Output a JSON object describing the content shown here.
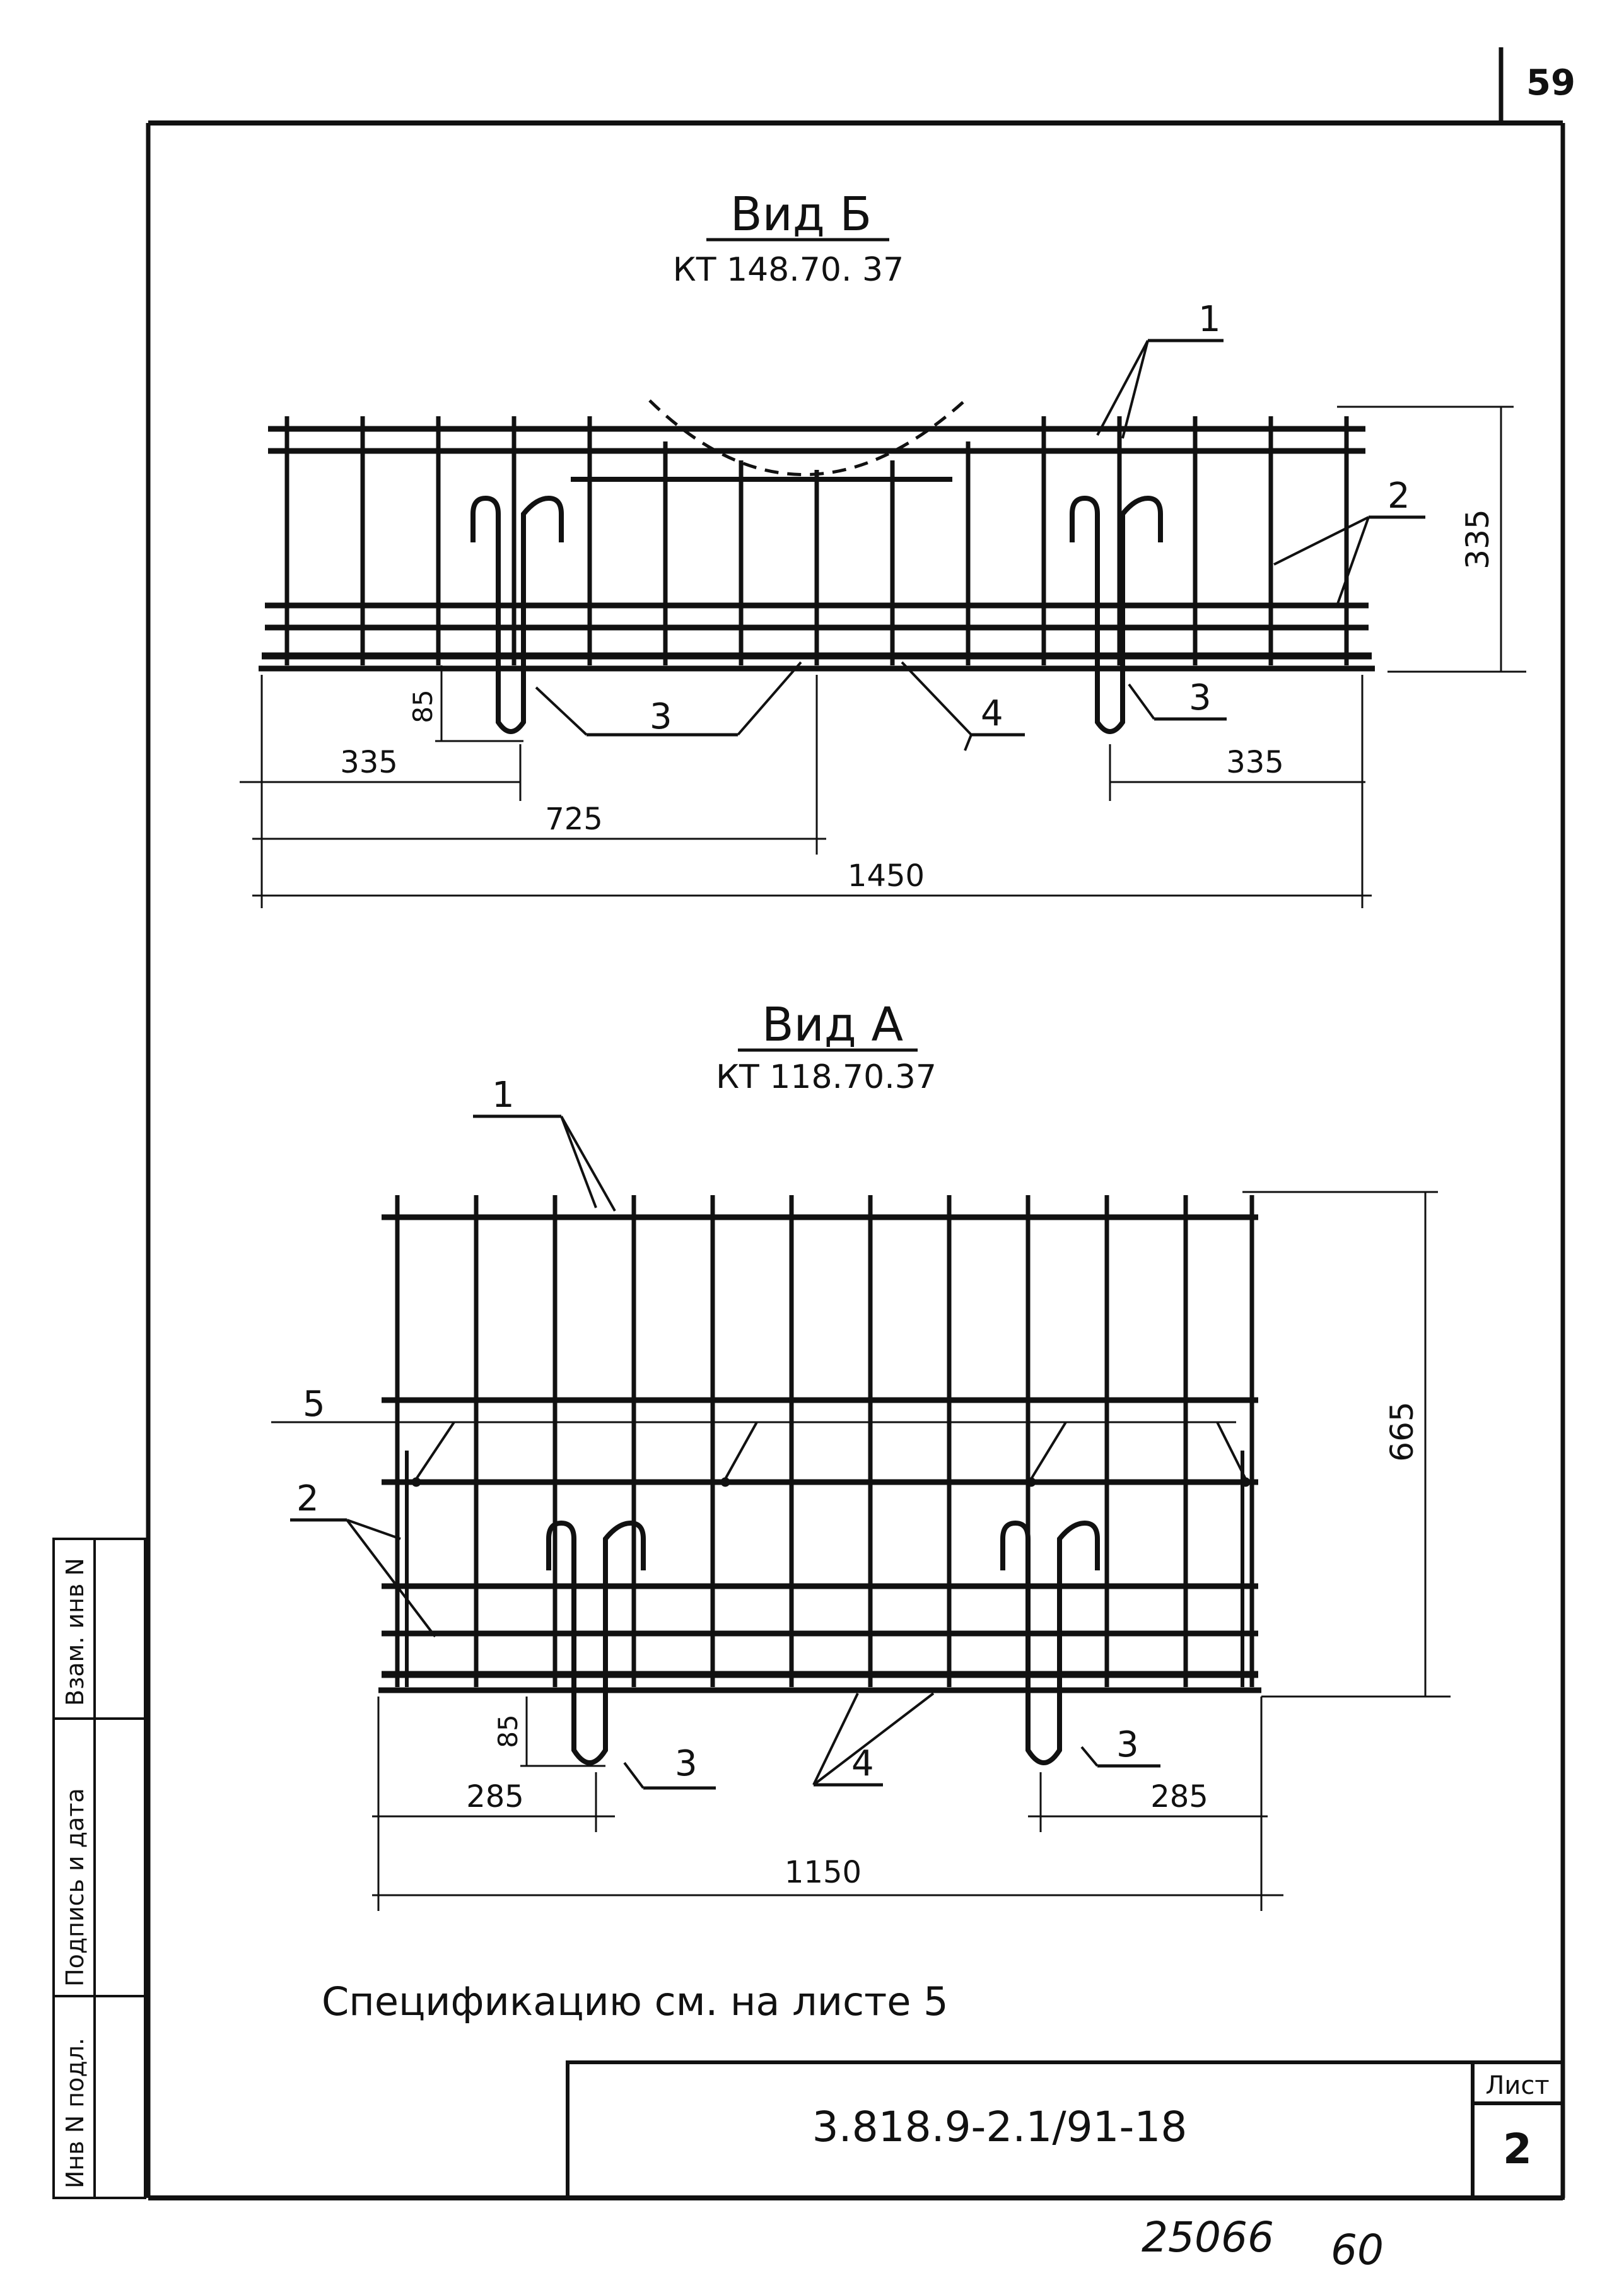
{
  "sheet_number_top": "59",
  "view_b": {
    "title": "Вид Б",
    "mark": "КТ 148.70. 37",
    "leaders": {
      "l1": "1",
      "l2": "2",
      "l3a": "3",
      "l3b": "3",
      "l4": "4"
    },
    "dims": {
      "height": "335",
      "hook": "85",
      "left": "335",
      "right": "335",
      "half": "725",
      "total": "1450"
    }
  },
  "view_a": {
    "title": "Вид А",
    "mark": "КТ 118.70.37",
    "leaders": {
      "l1": "1",
      "l2": "2",
      "l3a": "3",
      "l3b": "3",
      "l4": "4",
      "l5": "5"
    },
    "dims": {
      "height": "665",
      "hook": "85",
      "left": "285",
      "right": "285",
      "total": "1150"
    }
  },
  "spec_note": "Спецификацию см. на листе 5",
  "title_block": {
    "doc_code": "3.818.9-2.1/91-18",
    "sheet_label": "Лист",
    "sheet_number": "2"
  },
  "side_stamp": {
    "inv_orig": "Инв N подл.",
    "sign_date": "Подпись и дата",
    "inv_repl": "Взам. инв N"
  },
  "footer": {
    "archive_number": "25066",
    "page_number": "60"
  }
}
